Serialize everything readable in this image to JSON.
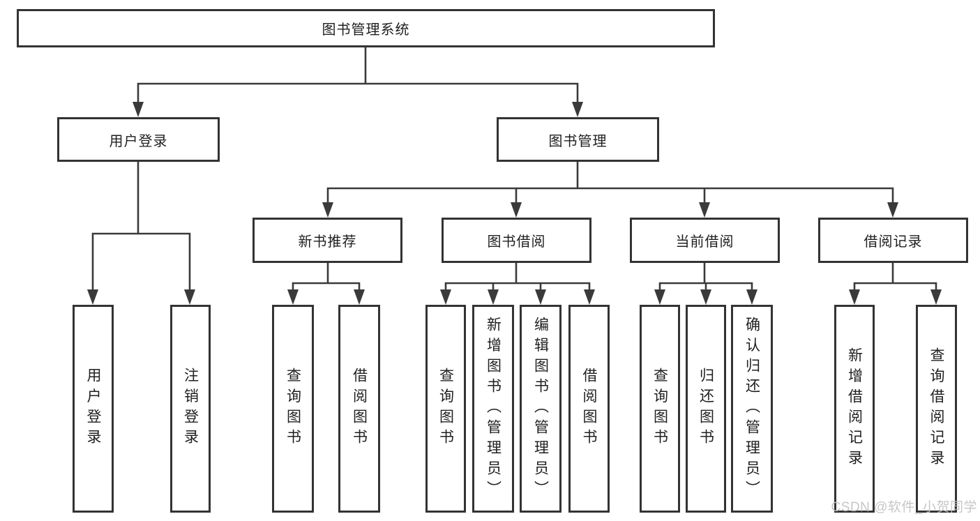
{
  "colors": {
    "background": "#ffffff",
    "line": "#3a3a3a",
    "box_border": "#333333",
    "box_fill": "#ffffff",
    "text": "#1f1f1f",
    "watermark": "#c2c2c2"
  },
  "nodes": {
    "root": "图书管理系统",
    "branches": [
      {
        "label": "用户登录",
        "children": [
          "用户登录",
          "注销登录"
        ]
      },
      {
        "label": "图书管理",
        "groups": [
          {
            "label": "新书推荐",
            "children": [
              "查询图书",
              "借阅图书"
            ]
          },
          {
            "label": "图书借阅",
            "children": [
              "查询图书",
              "新增图书（管理员）",
              "编辑图书（管理员）",
              "借阅图书"
            ]
          },
          {
            "label": "当前借阅",
            "children": [
              "查询图书",
              "归还图书",
              "确认归还（管理员）"
            ]
          },
          {
            "label": "借阅记录",
            "children": [
              "新增借阅记录",
              "查询借阅记录"
            ]
          }
        ]
      }
    ]
  },
  "watermark": {
    "text": "CSDN @软件_小贺同学"
  }
}
